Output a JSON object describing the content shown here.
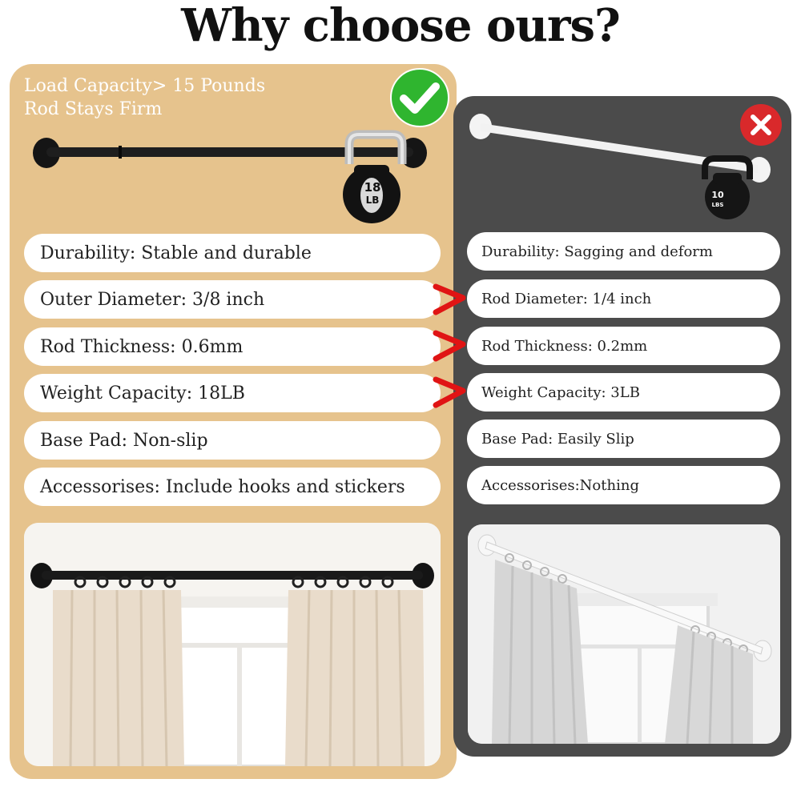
{
  "title": "Why choose ours?",
  "ours": {
    "headline_line1": "Load Capacity> 15 Pounds",
    "headline_line2": "Rod Stays Firm",
    "weight_label_top": "18",
    "weight_label_bottom": "LB",
    "badge_icon": "check-icon",
    "features": [
      "Durability: Stable and durable",
      "Outer Diameter: 3/8 inch",
      "Rod Thickness: 0.6mm",
      "Weight Capacity: 18LB",
      "Base Pad: Non-slip",
      "Accessorises: Include hooks and stickers"
    ]
  },
  "others": {
    "weight_label_top": "10",
    "weight_label_bottom": "LBS",
    "badge_icon": "x-icon",
    "features": [
      "Durability: Sagging and deform",
      "Rod Diameter: 1/4 inch",
      "Rod Thickness: 0.2mm",
      "Weight Capacity: 3LB",
      "Base Pad: Easily Slip",
      "Accessorises:Nothing"
    ]
  },
  "colors": {
    "left_panel": "#e6c38d",
    "right_panel": "#4b4b4b",
    "check_green": "#2fb52f",
    "cross_red": "#d9292b",
    "arrow_red": "#e01414"
  }
}
